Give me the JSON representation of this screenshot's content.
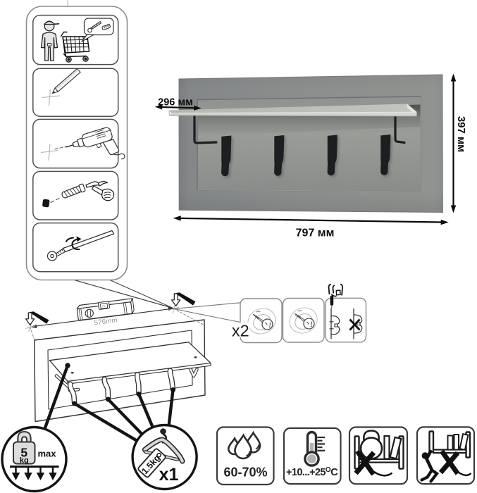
{
  "document": {
    "type": "furniture-assembly-instruction-sheet",
    "product": "wall-mounted coat rack with shelf and 4 hooks",
    "background_color": "#ffffff",
    "line_color": "#333333",
    "panel_gray": "#8b8e8d",
    "shelf_gray": "#c3c6be"
  },
  "steps_panel": {
    "steps": [
      {
        "id": "buy-fasteners",
        "icon": "person-shopping-cart-icon"
      },
      {
        "id": "mark-wall",
        "icon": "pencil-cross-icon"
      },
      {
        "id": "drill-hole",
        "icon": "drill-cross-icon"
      },
      {
        "id": "hammer-dowel",
        "icon": "hammer-dowel-icon"
      },
      {
        "id": "screw-in",
        "icon": "screw-rotate-icon"
      }
    ]
  },
  "product_render": {
    "hook_count": 4,
    "dimensions": {
      "depth_label": "296 мм",
      "width_label": "797 мм",
      "height_label": "397 мм"
    }
  },
  "installation": {
    "hole_distance_label": "576mm",
    "screws_count_label": "x2",
    "icons": [
      "spirit-level-icon",
      "press-down-arrow-icon",
      "wall-plug-screw-icon",
      "keyhole-orientation-icon",
      "hand-press-icon"
    ]
  },
  "load_limits": {
    "shelf": {
      "value": "5",
      "unit": "kg",
      "qualifier": "max",
      "icon": "weight-icon"
    },
    "hook": {
      "tag_label": "1.5kg",
      "count_label": "x1",
      "icon": "coat-hanger-icon"
    }
  },
  "care_symbols": [
    {
      "id": "humidity",
      "label": "60-70%",
      "icon": "water-drops-icon"
    },
    {
      "id": "temperature",
      "label": "+10...+25°C",
      "label_main": "+10...+25",
      "label_sup": "O",
      "label_unit": "C",
      "icon": "thermometer-icon"
    },
    {
      "id": "no-heavy-load",
      "icon": "no-weights-shelf-icon"
    },
    {
      "id": "no-hanging",
      "icon": "no-climbing-shelf-icon"
    }
  ]
}
